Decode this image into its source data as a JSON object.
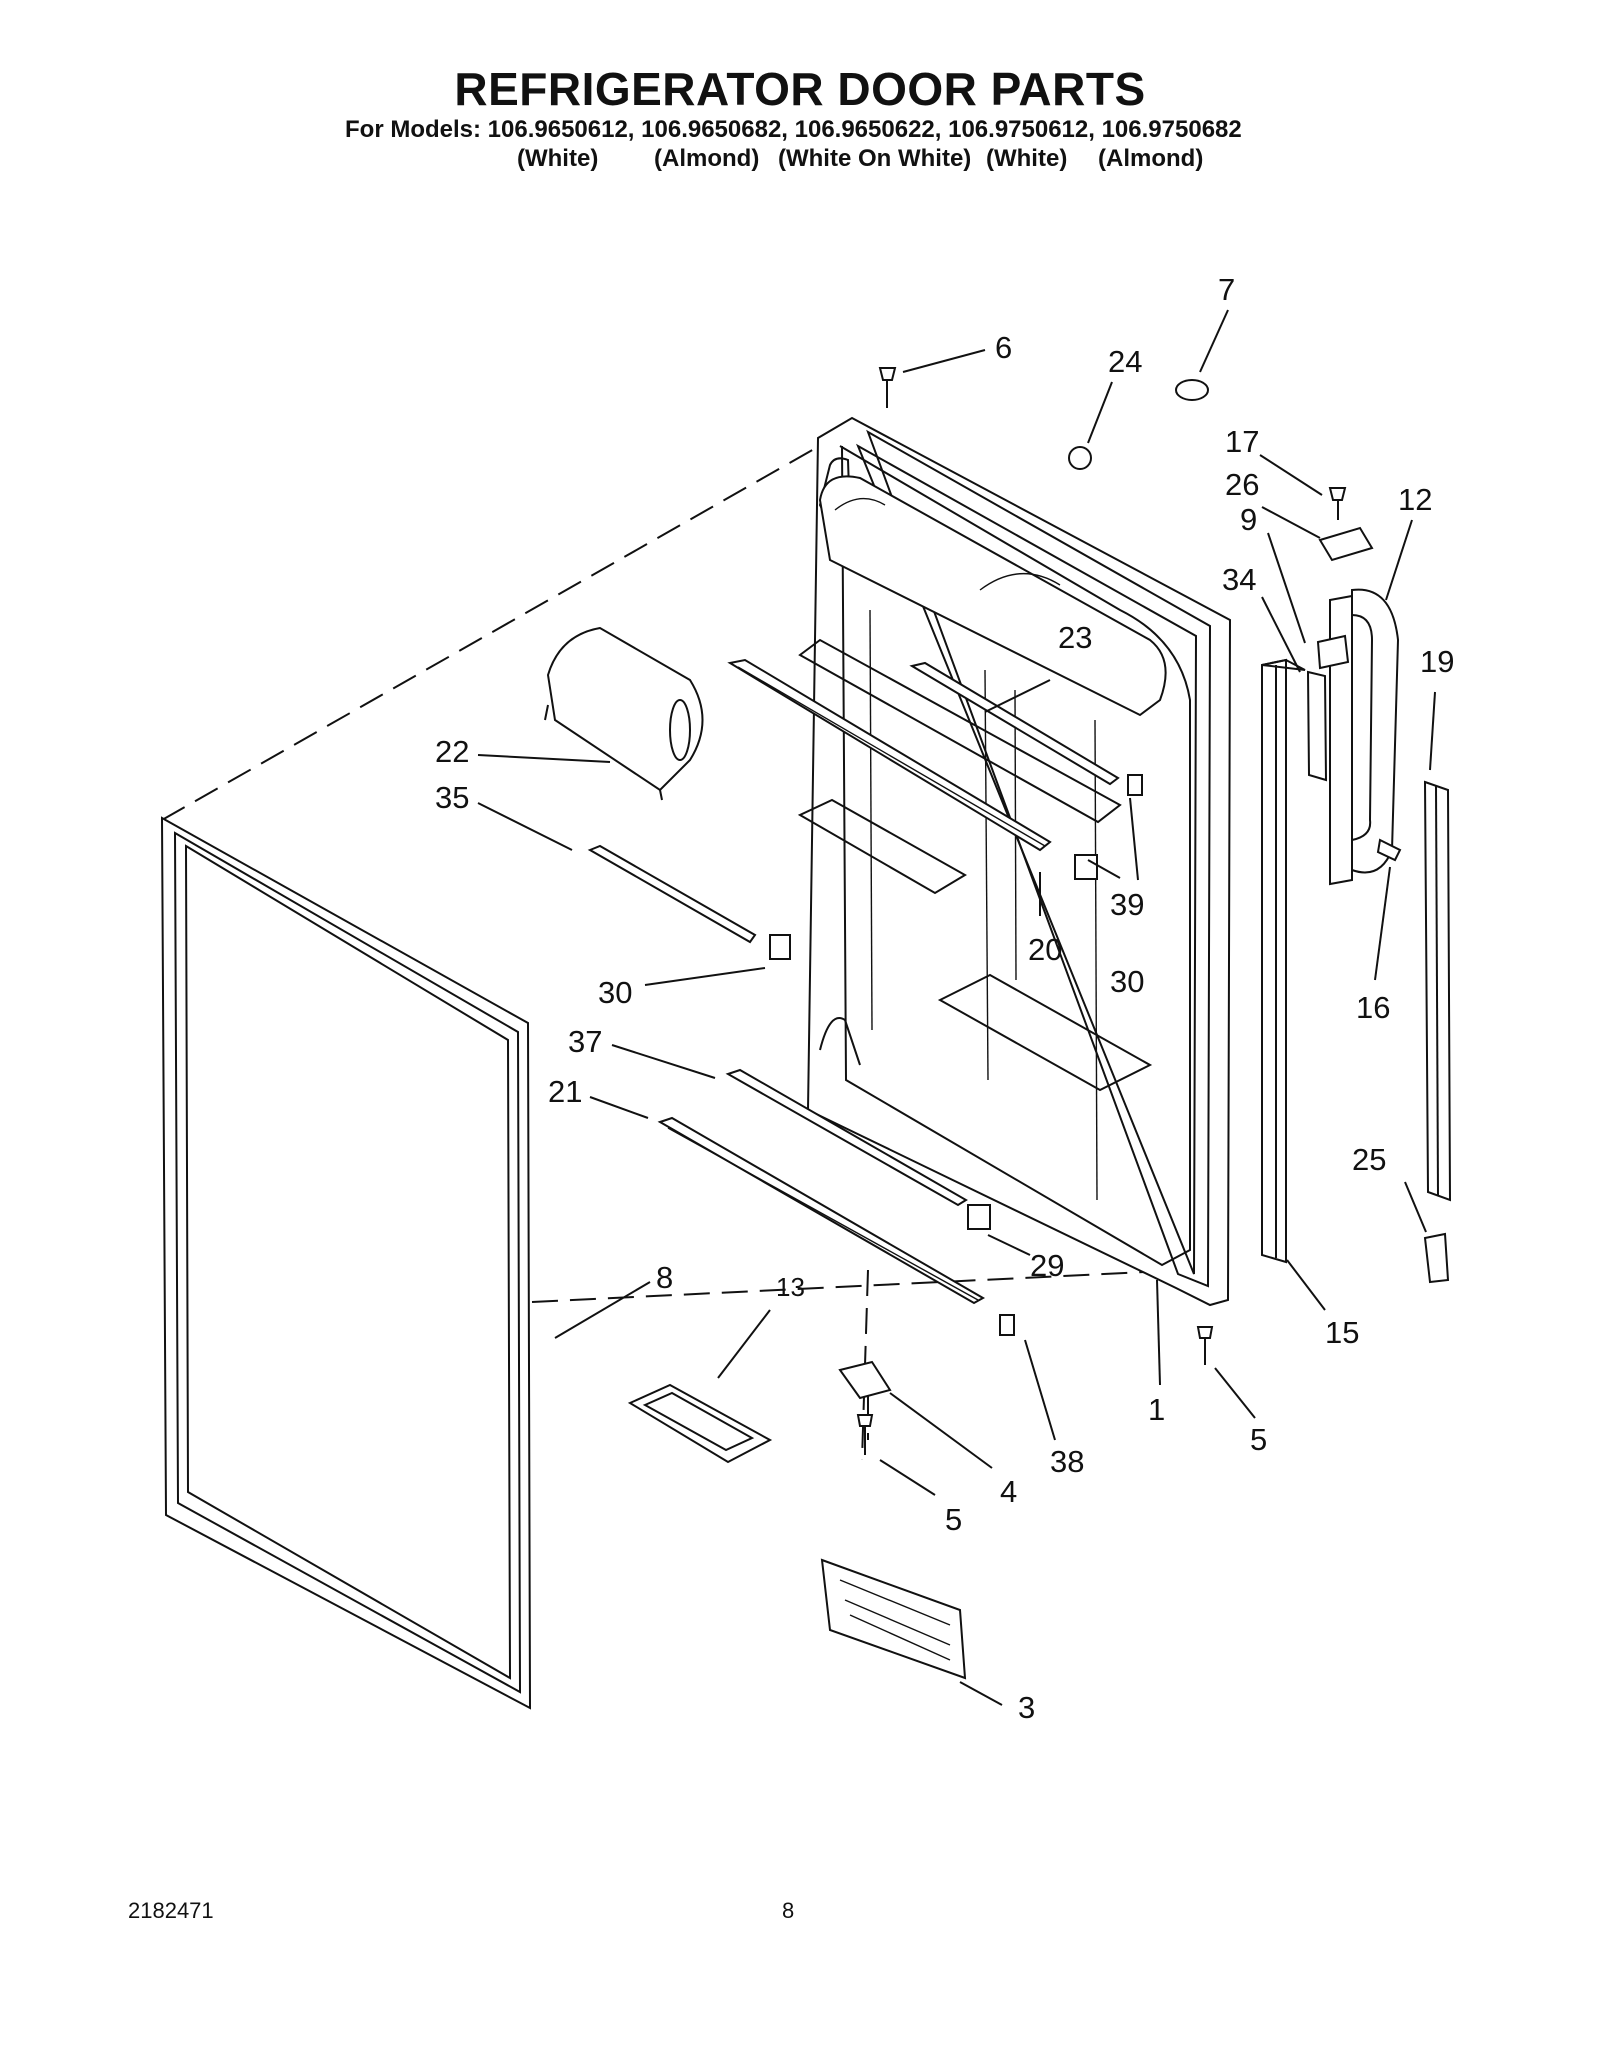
{
  "header": {
    "title": "REFRIGERATOR DOOR PARTS",
    "models_line": "For Models: 106.9650612, 106.9650682, 106.9650622, 106.9750612, 106.9750682",
    "colors": [
      "(White)",
      "(Almond)",
      "(White On White)",
      "(White)",
      "(Almond)"
    ]
  },
  "callouts": [
    "1",
    "3",
    "4",
    "5",
    "5",
    "6",
    "7",
    "8",
    "9",
    "12",
    "13",
    "15",
    "16",
    "17",
    "19",
    "20",
    "21",
    "22",
    "23",
    "24",
    "25",
    "26",
    "29",
    "30",
    "30",
    "34",
    "35",
    "37",
    "38",
    "39"
  ],
  "footer": {
    "doc_number": "2182471",
    "page_number": "8"
  }
}
